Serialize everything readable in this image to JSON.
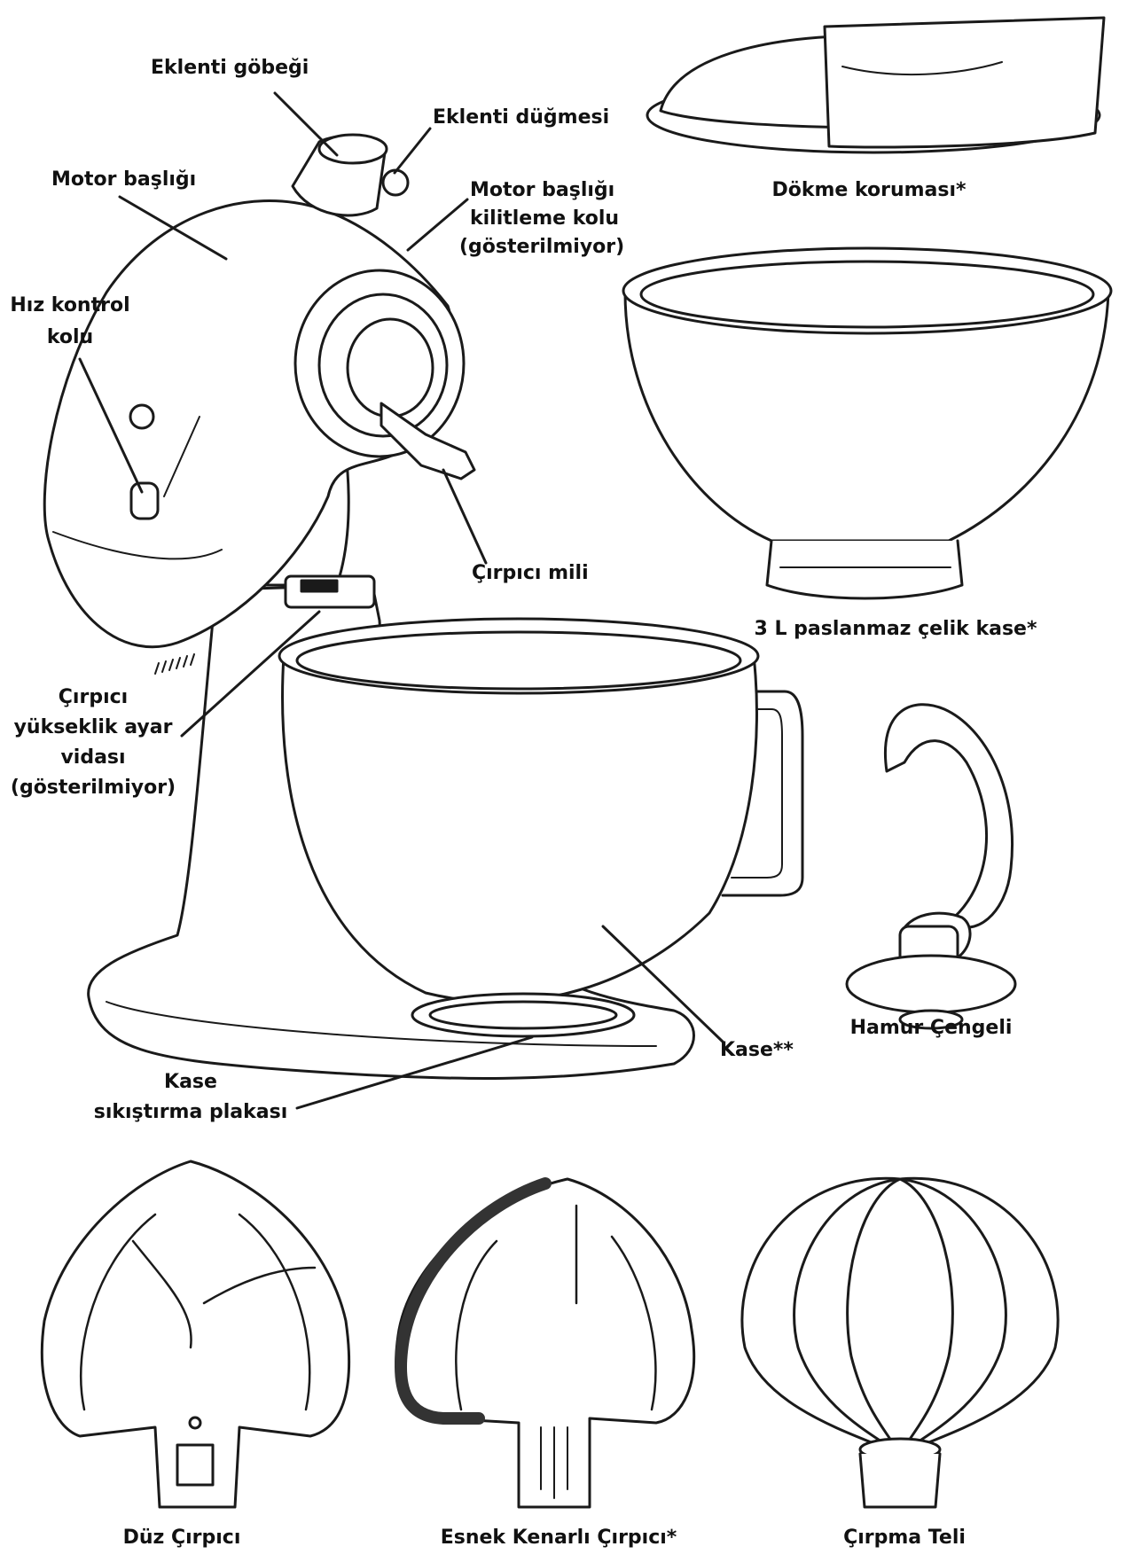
{
  "labels": {
    "attachment_hub": "Eklenti göbeği",
    "attachment_knob": "Eklenti düğmesi",
    "motor_head": "Motor başlığı",
    "motor_head_lock_lever": [
      "Motor başlığı",
      "kilitleme kolu",
      "(gösterilmiyor)"
    ],
    "speed_control_lever": [
      "Hız kontrol",
      "kolu"
    ],
    "beater_shaft": "Çırpıcı mili",
    "beater_height_screw": [
      "Çırpıcı",
      "yükseklik ayar",
      "vidası",
      "(gösterilmiyor)"
    ],
    "bowl": "Kase**",
    "bowl_clamping_plate": [
      "Kase",
      "sıkıştırma plakası"
    ],
    "pouring_shield": "Dökme koruması*",
    "steel_bowl_3l": "3 L paslanmaz çelik kase*",
    "dough_hook": "Hamur Çengeli",
    "flat_beater": "Düz Çırpıcı",
    "flex_edge_beater": "Esnek Kenarlı Çırpıcı*",
    "wire_whip": "Çırpma Teli"
  },
  "colors": {
    "line": "#1a1a1a",
    "fill": "#ffffff",
    "flex_edge": "#333333"
  }
}
